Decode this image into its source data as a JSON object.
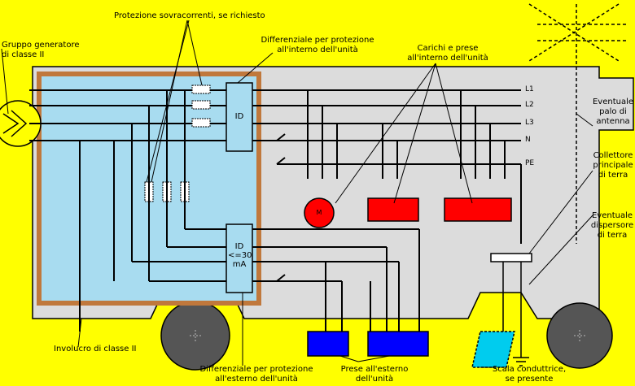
{
  "labels": {
    "overcurrent": "Protezione sovracorrenti, se richiesto",
    "generator": "Gruppo generatore\ndi classe II",
    "diff_inside": "Differenziale per protezione\nall'interno dell'unità",
    "loads_inside": "Carichi e prese\nall'interno dell'unità",
    "antenna": "Eventuale\npalo di\nantenna",
    "main_earth": "Collettore\nprincipale\ndi terra",
    "earth_disp": "Eventuale\ndispersore\ndi terra",
    "enclosure": "Involucro di classe II",
    "diff_outside": "Differenziale per protezione\nall'esterno dell'unità",
    "sockets_outside": "Prese all'esterno\ndell'unità",
    "ladder": "Scala conduttrice,\nse presente"
  },
  "buses": [
    "L1",
    "L2",
    "L3",
    "N",
    "PE"
  ],
  "devices": {
    "id_top": "ID",
    "id_bottom": "ID\n<=30\nmA",
    "motor": "M"
  },
  "colors": {
    "background": "#ffff00",
    "unit_body": "#dcdcdc",
    "enclosure_fill": "#a8dcf0",
    "enclosure_border": "#c0783c",
    "load_red": "#ff0000",
    "socket_blue": "#0000ff",
    "ladder_cyan": "#00ccee",
    "wheel": "#555555"
  }
}
